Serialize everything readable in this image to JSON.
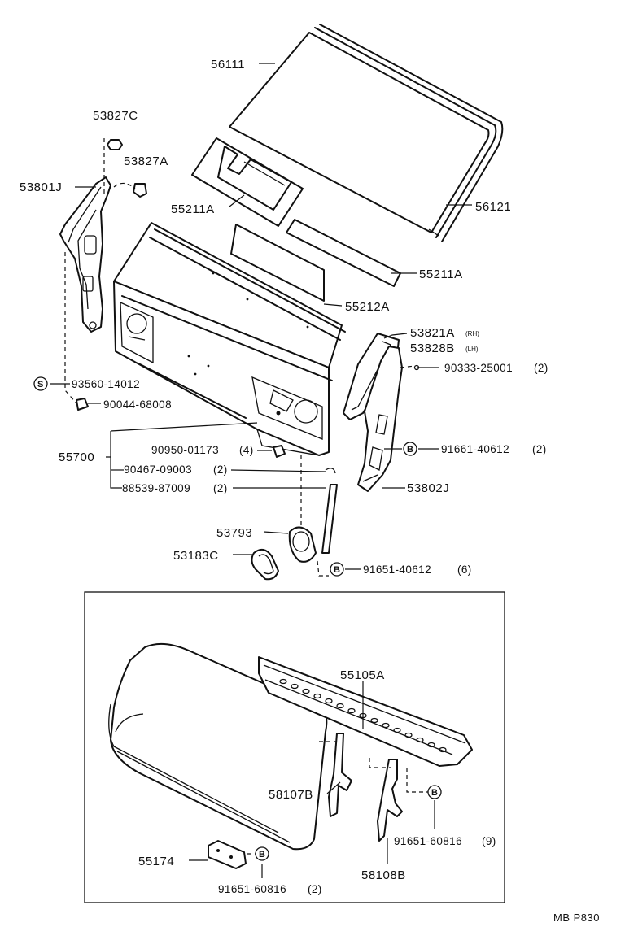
{
  "labels": {
    "p56111": "56111",
    "p53827c": "53827C",
    "p53827a": "53827A",
    "p53801j": "53801J",
    "p55211a_top": "55211A",
    "p56121": "56121",
    "p55211a_right": "55211A",
    "p55212a": "55212A",
    "p53821a": "53821A",
    "p53821a_side": "(RH)",
    "p53828b": "53828B",
    "p53828b_side": "(LH)",
    "p90333": "90333-25001",
    "p90333_qty": "(2)",
    "p93560": "93560-14012",
    "p90044": "90044-68008",
    "p90950": "90950-01173",
    "p90950_qty": "(4)",
    "p91661": "91661-40612",
    "p91661_qty": "(2)",
    "p55700": "55700",
    "p90467": "90467-09003",
    "p90467_qty": "(2)",
    "p88539": "88539-87009",
    "p88539_qty": "(2)",
    "p53802j": "53802J",
    "p53793": "53793",
    "p53183c": "53183C",
    "p91651_406": "91651-40612",
    "p91651_406_qty": "(6)",
    "p55105a": "55105A",
    "p58107b": "58107B",
    "p91651_608_9": "91651-60816",
    "p91651_608_9_qty": "(9)",
    "p55174": "55174",
    "p58108b": "58108B",
    "p91651_608_2": "91651-60816",
    "p91651_608_2_qty": "(2)"
  },
  "badges": {
    "s": "S",
    "b": "B"
  },
  "footer": {
    "code": "MB P830"
  }
}
